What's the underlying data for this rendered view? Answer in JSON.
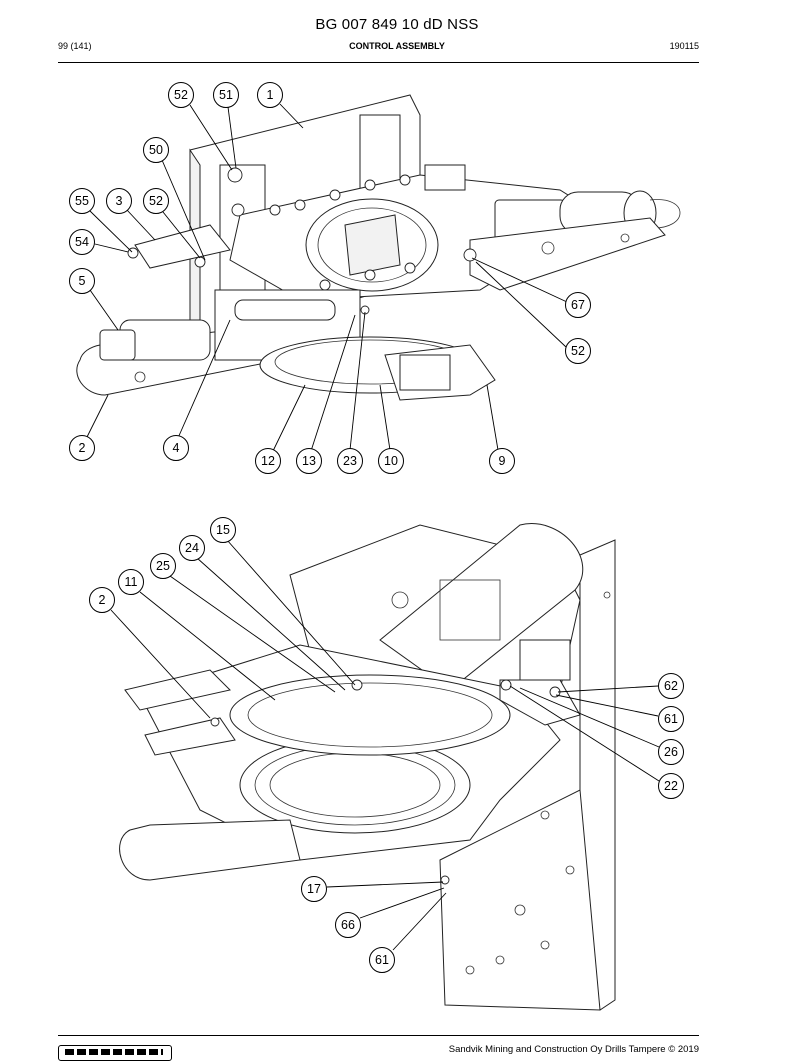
{
  "header": {
    "doc_id": "BG 007 849 10 dD NSS",
    "page": "99 (141)",
    "section": "CONTROL ASSEMBLY",
    "date": "190115"
  },
  "footer": {
    "copyright": "Sandvik Mining and Construction Oy Drills Tampere © 2019",
    "logo": "sandvik-logo"
  },
  "callouts_top": [
    "52",
    "51",
    "1",
    "50",
    "55",
    "3",
    "52",
    "54",
    "5",
    "67",
    "52",
    "2",
    "4",
    "12",
    "13",
    "23",
    "10",
    "9"
  ],
  "callouts_bottom": [
    "15",
    "24",
    "25",
    "11",
    "2",
    "62",
    "61",
    "26",
    "22",
    "17",
    "66",
    "61"
  ]
}
